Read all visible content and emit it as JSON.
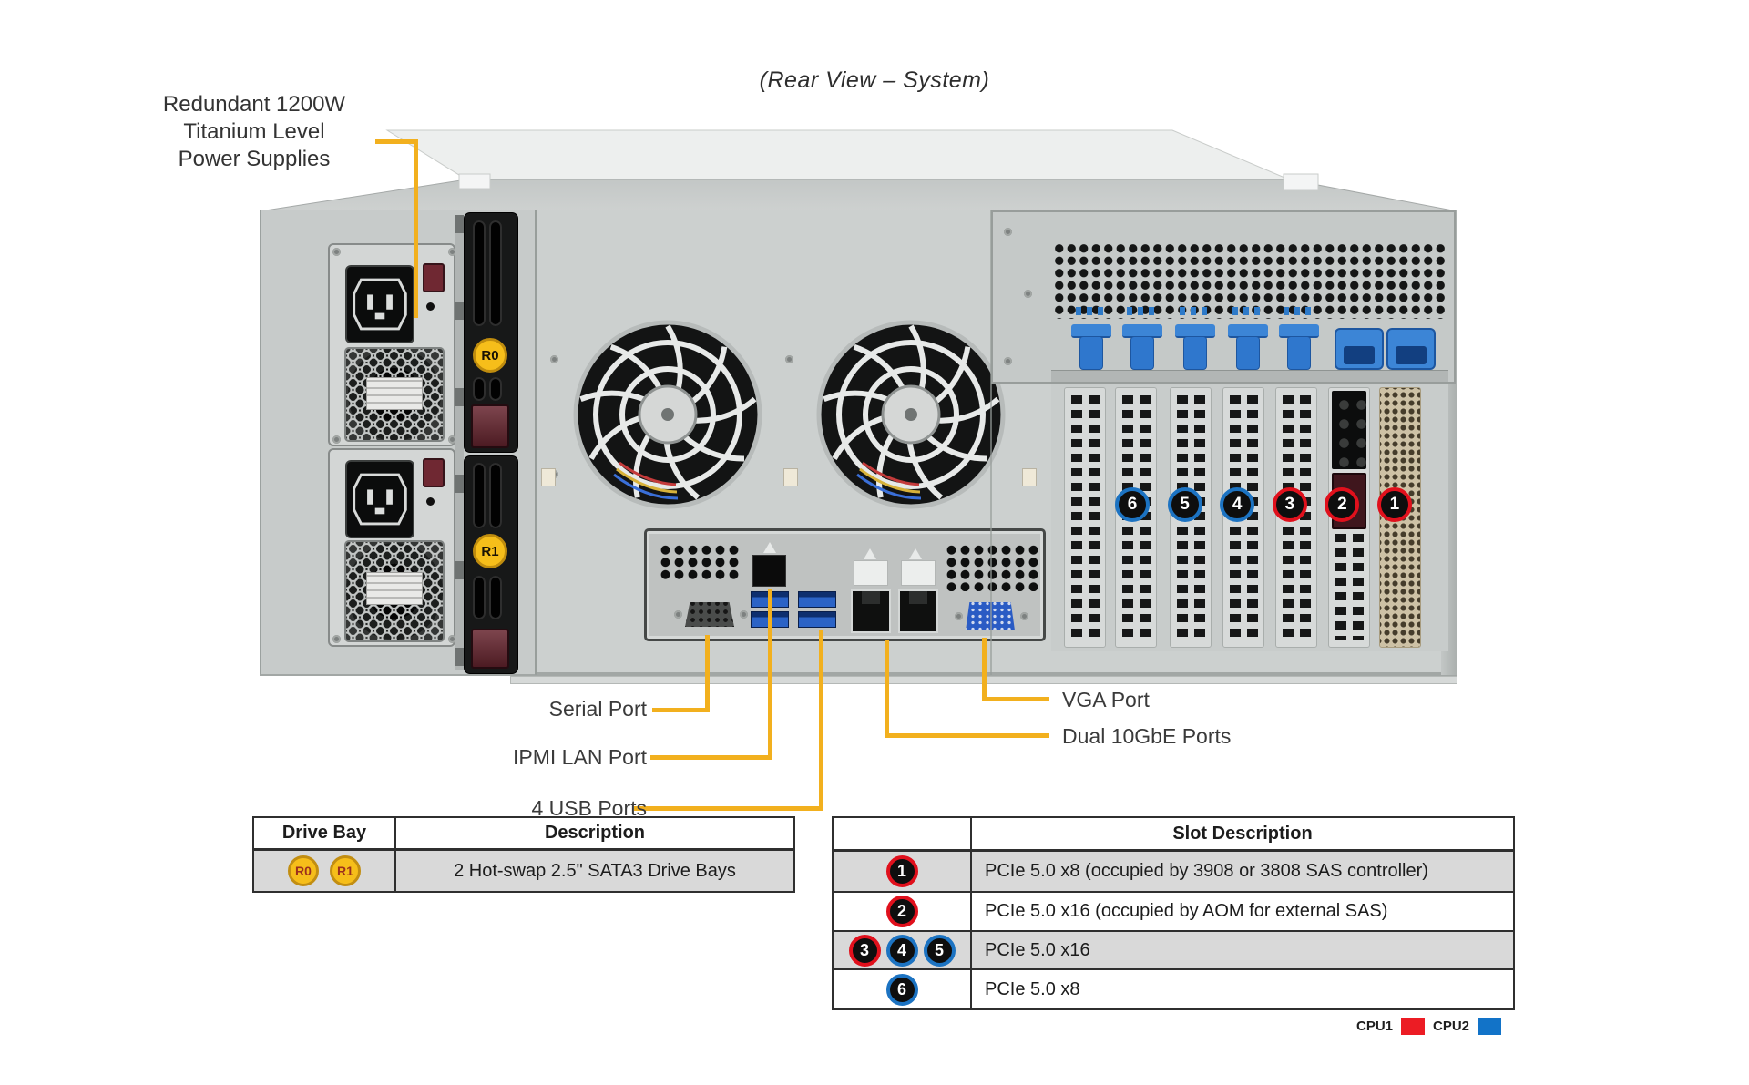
{
  "title": "(Rear View – System)",
  "psu_callout": {
    "line1": "Redundant 1200W",
    "line2": "Titanium Level",
    "line3": "Power Supplies"
  },
  "port_callouts": {
    "serial": "Serial Port",
    "ipmi": "IPMI LAN Port",
    "usb": "4 USB Ports",
    "vga": "VGA Port",
    "lan": "Dual 10GbE Ports"
  },
  "chassis": {
    "bay_labels": [
      "R0",
      "R1"
    ],
    "slot_badges": [
      {
        "n": "6",
        "color": "blue"
      },
      {
        "n": "5",
        "color": "blue"
      },
      {
        "n": "4",
        "color": "blue"
      },
      {
        "n": "3",
        "color": "red"
      },
      {
        "n": "2",
        "color": "red"
      },
      {
        "n": "1",
        "color": "red"
      }
    ]
  },
  "drive_bay_table": {
    "headers": [
      "Drive Bay",
      "Description"
    ],
    "bays": [
      "R0",
      "R1"
    ],
    "description": "2 Hot-swap 2.5\" SATA3 Drive Bays"
  },
  "slot_table": {
    "header": "Slot Description",
    "rows": [
      {
        "badges": [
          {
            "n": "1",
            "color": "red"
          }
        ],
        "desc": "PCIe 5.0 x8 (occupied by 3908 or 3808 SAS controller)",
        "shade": true
      },
      {
        "badges": [
          {
            "n": "2",
            "color": "red"
          }
        ],
        "desc": "PCIe 5.0 x16 (occupied by AOM for external SAS)",
        "shade": false
      },
      {
        "badges": [
          {
            "n": "3",
            "color": "red"
          },
          {
            "n": "4",
            "color": "blue"
          },
          {
            "n": "5",
            "color": "blue"
          }
        ],
        "desc": "PCIe 5.0 x16",
        "shade": true
      },
      {
        "badges": [
          {
            "n": "6",
            "color": "blue"
          }
        ],
        "desc": "PCIe 5.0 x8",
        "shade": false
      }
    ]
  },
  "legend": [
    {
      "label": "CPU1",
      "color": "#EC1C24"
    },
    {
      "label": "CPU2",
      "color": "#1273C8"
    }
  ],
  "colors": {
    "callout": "#F2B01E",
    "badge_red": "#E0101C",
    "badge_blue": "#1C73C2",
    "bay_yellow": "#F6BE1A",
    "row_shade": "#D9D9D9"
  }
}
